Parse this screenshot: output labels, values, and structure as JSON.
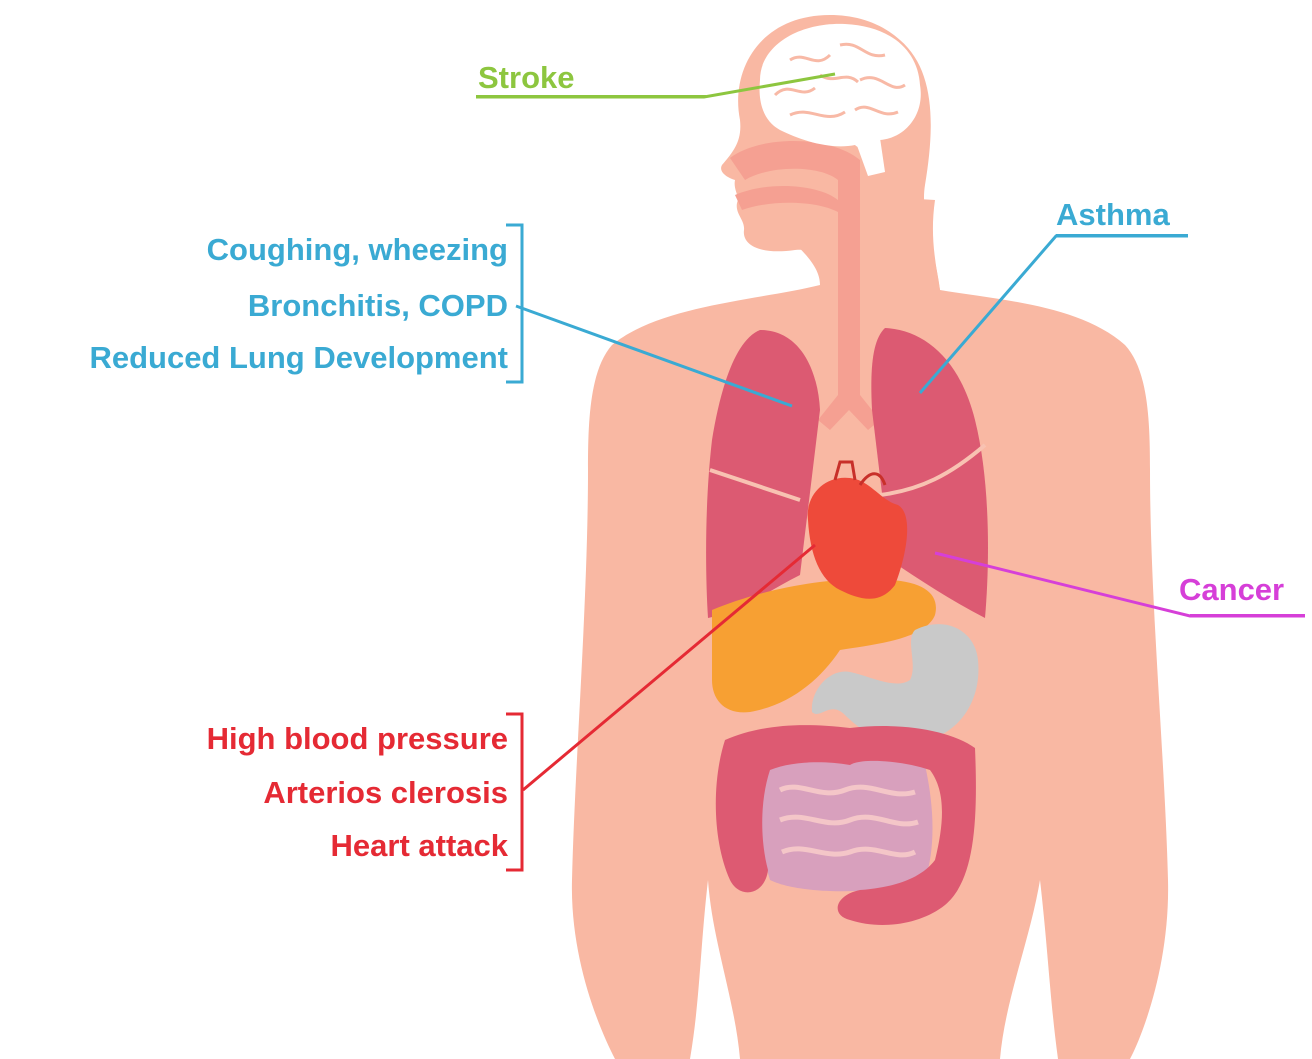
{
  "colors": {
    "skin": "#f9b8a3",
    "throat": "#f5a092",
    "brain": "#ffffff",
    "brain_line": "#f8b9a6",
    "lung": "#dc5a72",
    "lung_line": "#f8c2b2",
    "heart": "#ee4a3a",
    "liver": "#f7a033",
    "stomach": "#c9c9c9",
    "intestine_large": "#dd5a72",
    "intestine_small": "#d8a0bd",
    "green": "#8dc63f",
    "blue": "#3aaad3",
    "magenta": "#d63fd8",
    "red": "#e52a34"
  },
  "labels": {
    "stroke": "Stroke",
    "asthma": "Asthma",
    "respiratory": [
      "Coughing, wheezing",
      "Bronchitis, COPD",
      "Reduced Lung Development"
    ],
    "cancer": "Cancer",
    "cardio": [
      "High blood pressure",
      "Arterios clerosis",
      "Heart attack"
    ]
  }
}
